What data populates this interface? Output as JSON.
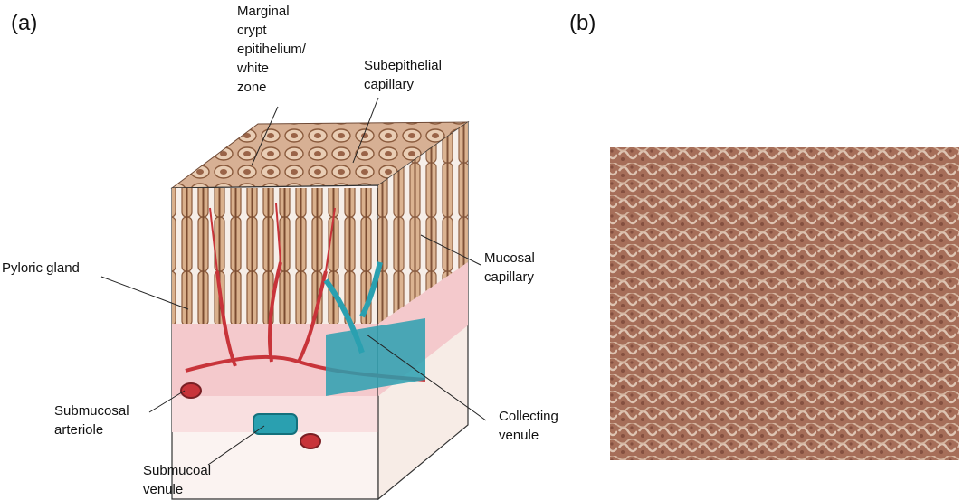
{
  "panels": {
    "a": "(a)",
    "b": "(b)"
  },
  "labels": {
    "marginal_crypt": "Marginal\ncrypt\nepitihelium/\nwhite\nzone",
    "subepithelial_capillary": "Subepithelial\ncapillary",
    "pyloric_gland": "Pyloric gland",
    "mucosal_capillary": "Mucosal\ncapillary",
    "submucosal_arteriole": "Submucosal\narteriole",
    "collecting_venule": "Collecting\nvenule",
    "submucosal_venule": "Submucoal\nvenule"
  },
  "colors": {
    "gland": "#d9b08c",
    "gland_dark": "#8a5a3c",
    "artery": "#c8343a",
    "vein": "#2aa0b0",
    "submucosa": "#f4c9cc",
    "photo": "#a8745e"
  }
}
